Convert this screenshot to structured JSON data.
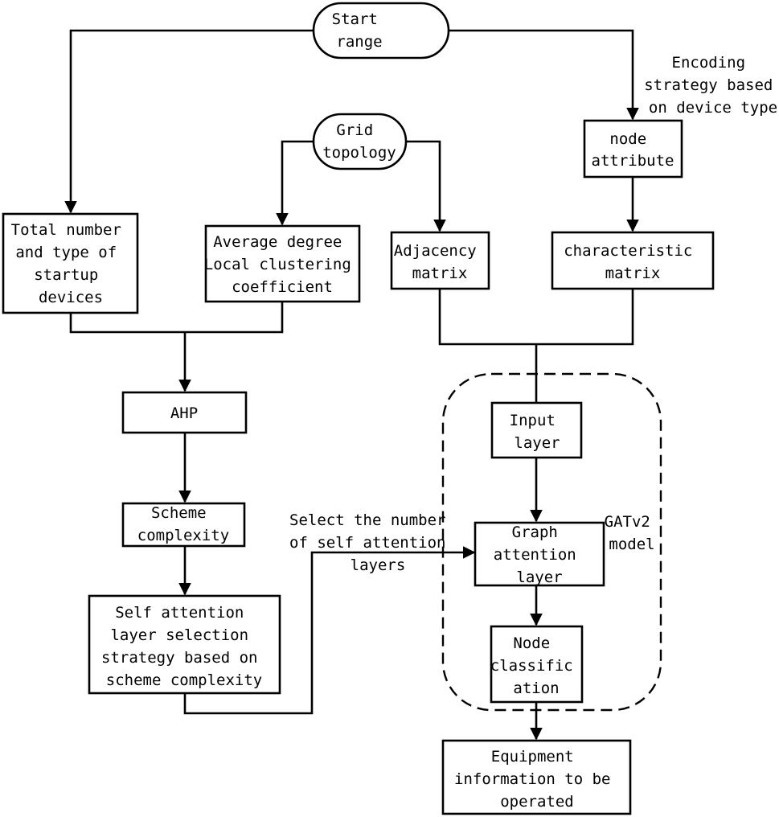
{
  "nodes": {
    "start_range": [
      "Start",
      "range"
    ],
    "grid_topology": [
      "Grid",
      "topology"
    ],
    "node_attribute": [
      "node",
      "attribute"
    ],
    "total_devices": [
      "Total number",
      "and type of",
      "startup",
      "devices"
    ],
    "avg_degree": [
      "Average degree",
      "Local clustering",
      "coefficient"
    ],
    "adjacency_matrix": [
      "Adjacency",
      "matrix"
    ],
    "characteristic_matrix": [
      "characteristic",
      "matrix"
    ],
    "ahp": [
      "AHP"
    ],
    "input_layer": [
      "Input",
      "layer"
    ],
    "scheme_complexity": [
      "Scheme",
      "complexity"
    ],
    "graph_attention_layer": [
      "Graph",
      "attention",
      "layer"
    ],
    "self_attention_strategy": [
      "Self attention",
      "layer selection",
      "strategy based on",
      "scheme complexity"
    ],
    "node_classification": [
      "Node",
      "classific",
      "ation"
    ],
    "equipment_info": [
      "Equipment",
      "information to be",
      "operated"
    ]
  },
  "annotations": {
    "encoding_strategy": [
      "Encoding",
      "strategy based",
      "on device type"
    ],
    "select_layers": [
      "Select the number",
      "of self attention",
      "layers"
    ],
    "gatv2_model": [
      "GATv2",
      "model"
    ]
  }
}
